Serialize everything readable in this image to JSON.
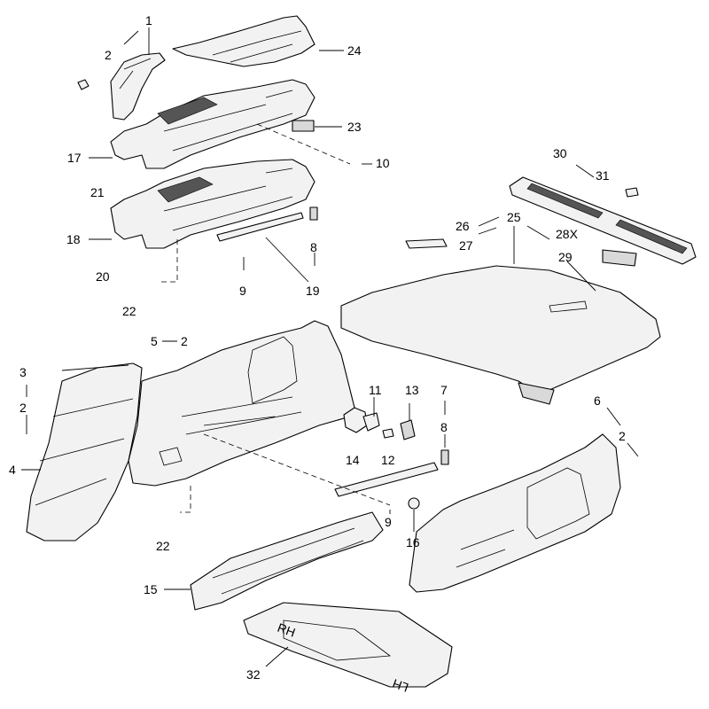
{
  "callouts": {
    "c1": "1",
    "c2a": "2",
    "c24": "24",
    "c23": "23",
    "c17": "17",
    "c10": "10",
    "c21": "21",
    "c18": "18",
    "c20": "20",
    "c8a": "8",
    "c9a": "9",
    "c19": "19",
    "c22a": "22",
    "c30": "30",
    "c31": "31",
    "c25": "25",
    "c26": "26",
    "c27": "27",
    "c28x": "28X",
    "c29": "29",
    "c5": "5",
    "c2b": "2",
    "c3": "3",
    "c2c": "2",
    "c4": "4",
    "c11": "11",
    "c13": "13",
    "c7": "7",
    "c8b": "8",
    "c14": "14",
    "c12": "12",
    "c6": "6",
    "c2d": "2",
    "c9b": "9",
    "c16": "16",
    "c22b": "22",
    "c15": "15",
    "c32": "32"
  },
  "mat_text": {
    "right_hand": "RH",
    "left_hand": "LH"
  }
}
